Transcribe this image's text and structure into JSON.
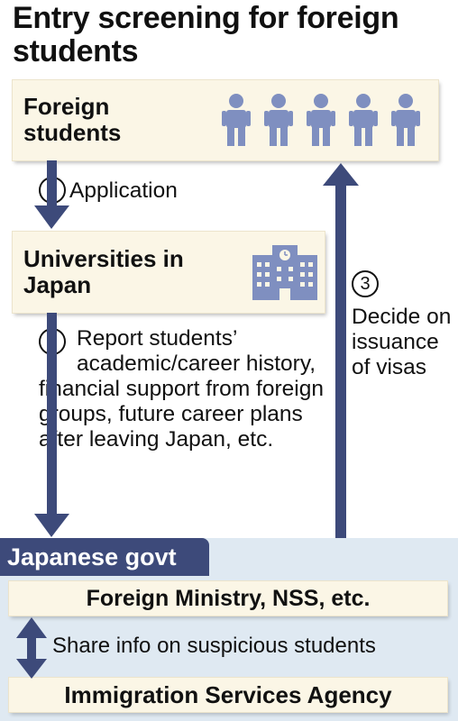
{
  "title": "Entry screening for foreign students",
  "nodes": {
    "students": {
      "label": "Foreign students"
    },
    "universities": {
      "label": "Universities in Japan"
    },
    "government": {
      "label": "Japanese govt"
    },
    "ministry": {
      "label": "Foreign Ministry, NSS, etc."
    },
    "immigration": {
      "label": "Immigration Services Agency"
    }
  },
  "steps": [
    {
      "number": "1",
      "text": "Application"
    },
    {
      "number": "2",
      "text": "Report students’ academic/career history, financial support from foreign groups, future career plans after leaving Japan, etc."
    },
    {
      "number": "3",
      "text": "Decide on issuance of visas"
    }
  ],
  "share": {
    "text": "Share info on suspicious students"
  },
  "colors": {
    "arrow": "#3d4a7a",
    "box": "#fbf6e6",
    "panel": "#dfe9f2",
    "icon": "#7f8fc0"
  },
  "icons": {
    "people": "person-icon",
    "building": "building-icon"
  }
}
